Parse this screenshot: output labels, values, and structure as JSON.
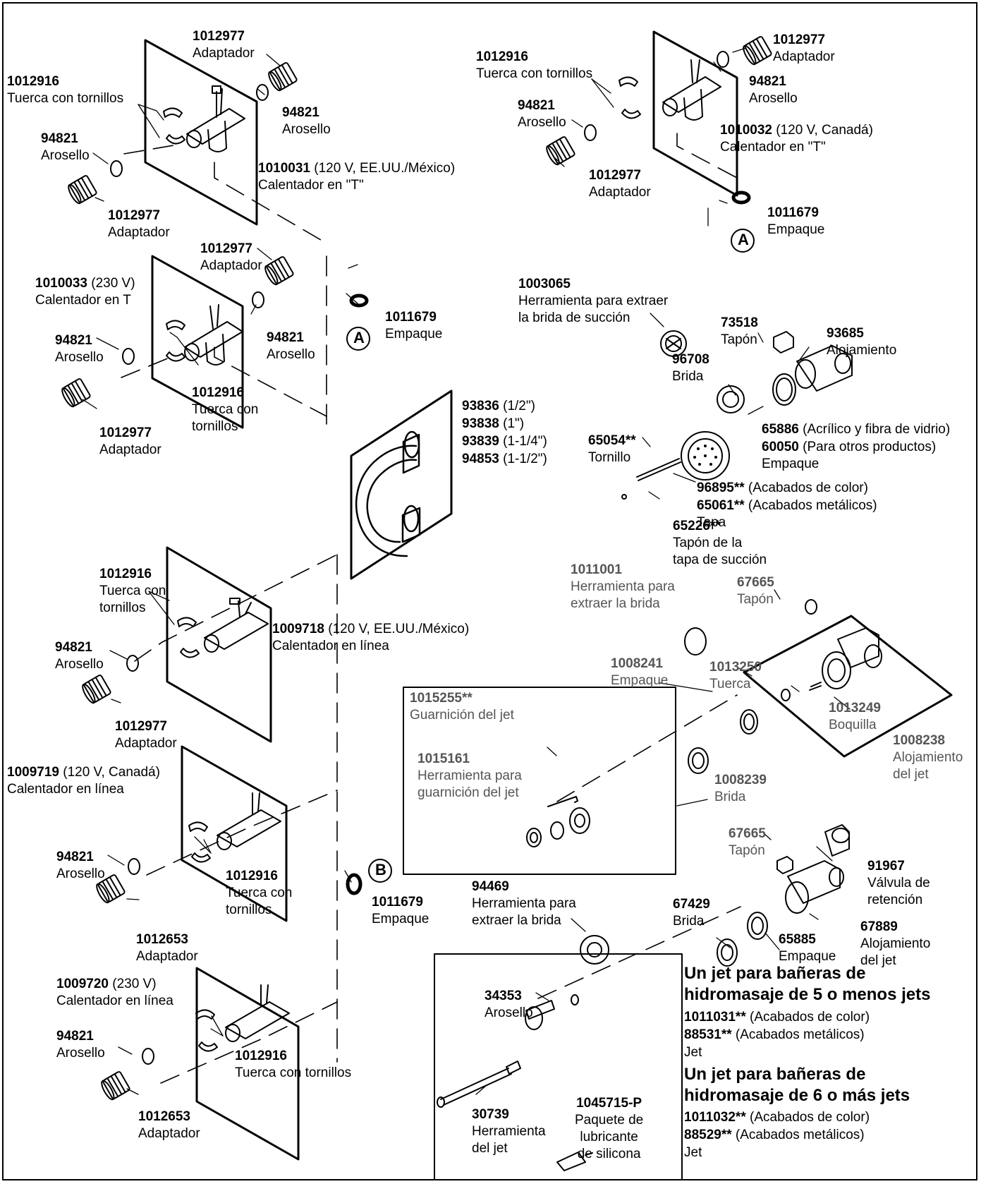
{
  "callouts": [
    {
      "pn": "1012977",
      "lines": [
        "Adaptador"
      ]
    },
    {
      "pn": "1012916",
      "lines": [
        "Tuerca con tornillos"
      ]
    },
    {
      "pn": "94821",
      "lines": [
        "Arosello"
      ]
    },
    {
      "pn": "94821",
      "lines": [
        "Arosello"
      ]
    },
    {
      "pn": "1010031",
      "suffix": " (120 V, EE.UU./México)",
      "lines": [
        "Calentador en \"T\""
      ]
    },
    {
      "pn": "1012977",
      "lines": [
        "Adaptador"
      ]
    },
    {
      "pn": "1012977",
      "lines": [
        "Adaptador"
      ]
    },
    {
      "pn": "1010033",
      "suffix": " (230 V)",
      "lines": [
        "Calentador en T"
      ]
    },
    {
      "pn": "94821",
      "lines": [
        "Arosello"
      ]
    },
    {
      "pn": "94821",
      "lines": [
        "Arosello"
      ]
    },
    {
      "pn": "1012916",
      "lines": [
        "Tuerca con",
        "tornillos"
      ]
    },
    {
      "pn": "1012977",
      "lines": [
        "Adaptador"
      ]
    },
    {
      "pn": "1011679",
      "lines": [
        "Empaque"
      ]
    },
    {
      "pn": "1012916",
      "lines": [
        "Tuerca con tornillos"
      ]
    },
    {
      "pn": "1012977",
      "lines": [
        "Adaptador"
      ]
    },
    {
      "pn": "94821",
      "lines": [
        "Arosello"
      ]
    },
    {
      "pn": "94821",
      "lines": [
        "Arosello"
      ]
    },
    {
      "pn": "1010032",
      "suffix": " (120 V, Canadá)",
      "lines": [
        "Calentador en \"T\""
      ]
    },
    {
      "pn": "1012977",
      "lines": [
        "Adaptador"
      ]
    },
    {
      "pn": "1011679",
      "lines": [
        "Empaque"
      ]
    },
    {
      "pn": "1003065",
      "lines": [
        "Herramienta para extraer",
        "la brida de succión"
      ]
    },
    {
      "pn": "73518",
      "lines": [
        "Tapón"
      ]
    },
    {
      "pn": "93685",
      "lines": [
        "Alojamiento"
      ]
    },
    {
      "pn": "96708",
      "lines": [
        "Brida"
      ]
    },
    {
      "pn": "65886",
      "suffix": " (Acrílico y fibra de vidrio)",
      "lines": []
    },
    {
      "pn": "60050",
      "suffix": " (Para otros productos)",
      "lines": [
        "Empaque"
      ]
    },
    {
      "pn": "65054**",
      "lines": [
        "Tornillo"
      ]
    },
    {
      "pn": "96895**",
      "suffix": " (Acabados de color)",
      "lines": []
    },
    {
      "pn": "65061**",
      "suffix": " (Acabados metálicos)",
      "lines": [
        "Tapa"
      ]
    },
    {
      "pn": "65226**",
      "lines": [
        "Tapón de la",
        "tapa de succión"
      ]
    },
    {
      "pn": "93836",
      "suffix": " (1/2\")",
      "lines": []
    },
    {
      "pn": "93838",
      "suffix": " (1\")",
      "lines": []
    },
    {
      "pn": "93839",
      "suffix": " (1-1/4\")",
      "lines": []
    },
    {
      "pn": "94853",
      "suffix": " (1-1/2\")",
      "lines": []
    },
    {
      "pn": "1012916",
      "lines": [
        "Tuerca con",
        "tornillos"
      ]
    },
    {
      "pn": "94821",
      "lines": [
        "Arosello"
      ]
    },
    {
      "pn": "1009718",
      "suffix": " (120 V, EE.UU./México)",
      "lines": [
        "Calentador en línea"
      ]
    },
    {
      "pn": "1012977",
      "lines": [
        "Adaptador"
      ]
    },
    {
      "pn": "1009719",
      "suffix": " (120 V, Canadá)",
      "lines": [
        "Calentador en línea"
      ]
    },
    {
      "pn": "94821",
      "lines": [
        "Arosello"
      ]
    },
    {
      "pn": "1012916",
      "lines": [
        "Tuerca con",
        "tornillos"
      ]
    },
    {
      "pn": "1012653",
      "lines": [
        "Adaptador"
      ]
    },
    {
      "pn": "1011679",
      "lines": [
        "Empaque"
      ]
    },
    {
      "pn": "1009720",
      "suffix": " (230 V)",
      "lines": [
        "Calentador en línea"
      ]
    },
    {
      "pn": "94821",
      "lines": [
        "Arosello"
      ]
    },
    {
      "pn": "1012916",
      "lines": [
        "Tuerca con tornillos"
      ]
    },
    {
      "pn": "1012653",
      "lines": [
        "Adaptador"
      ]
    },
    {
      "pn": "1011001",
      "lines": [
        "Herramienta para",
        "extraer la brida"
      ]
    },
    {
      "pn": "67665",
      "lines": [
        "Tapón"
      ]
    },
    {
      "pn": "1008241",
      "lines": [
        "Empaque"
      ]
    },
    {
      "pn": "1013250",
      "lines": [
        "Tuerca"
      ]
    },
    {
      "pn": "1013249",
      "lines": [
        "Boquilla"
      ]
    },
    {
      "pn": "1008238",
      "lines": [
        "Alojamiento",
        "del jet"
      ]
    },
    {
      "pn": "1015255**",
      "lines": [
        "Guarnición del jet"
      ]
    },
    {
      "pn": "1015161",
      "lines": [
        "Herramienta para",
        "guarnición del jet"
      ]
    },
    {
      "pn": "1008239",
      "lines": [
        "Brida"
      ]
    },
    {
      "pn": "67665",
      "lines": [
        "Tapón"
      ]
    },
    {
      "pn": "91967",
      "lines": [
        "Válvula de",
        "retención"
      ]
    },
    {
      "pn": "94469",
      "lines": [
        "Herramienta para",
        "extraer la brida"
      ]
    },
    {
      "pn": "67429",
      "lines": [
        "Brida"
      ]
    },
    {
      "pn": "67889",
      "lines": [
        "Alojamiento",
        "del jet"
      ]
    },
    {
      "pn": "65885",
      "lines": [
        "Empaque"
      ]
    },
    {
      "pn": "34353",
      "lines": [
        "Arosello"
      ]
    },
    {
      "pn": "30739",
      "lines": [
        "Herramienta",
        "del jet"
      ]
    },
    {
      "pn": "1045715-P",
      "lines": [
        "Paquete de",
        "lubricante",
        "de silicona"
      ]
    }
  ],
  "jet_sections": [
    {
      "heading": [
        "Un jet para bañeras de",
        "hidromasaje de 5 o menos jets"
      ],
      "items": [
        {
          "pn": "1011031**",
          "suffix": " (Acabados de color)"
        },
        {
          "pn": "88531**",
          "suffix": " (Acabados metálicos)"
        }
      ],
      "footer": "Jet"
    },
    {
      "heading": [
        "Un jet para bañeras de",
        "hidromasaje de 6 o más jets"
      ],
      "items": [
        {
          "pn": "1011032**",
          "suffix": " (Acabados de color)"
        },
        {
          "pn": "88529**",
          "suffix": " (Acabados metálicos)"
        }
      ],
      "footer": "Jet"
    }
  ],
  "reference_markers": [
    "A",
    "A",
    "B"
  ]
}
